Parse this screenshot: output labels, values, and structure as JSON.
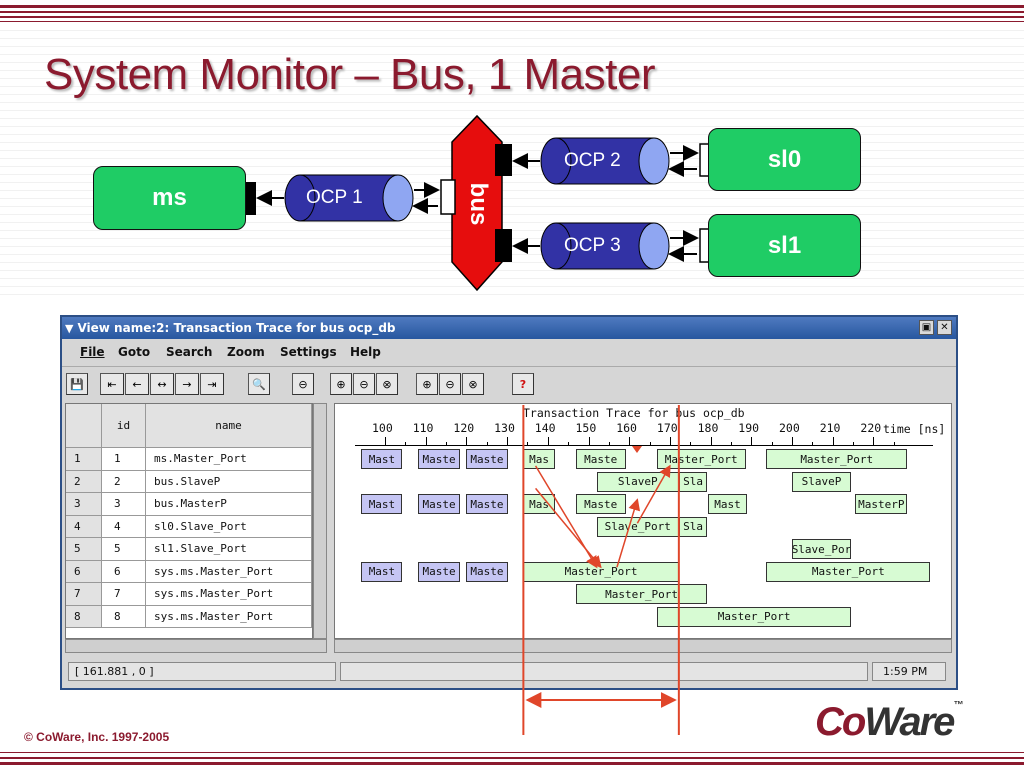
{
  "slide": {
    "title": "System Monitor – Bus, 1 Master",
    "copyright": "© CoWare, Inc. 1997-2005",
    "logo_text_co": "Co",
    "logo_text_ware": "Ware",
    "logo_tm": "™"
  },
  "diagram": {
    "master": "ms",
    "bus": "bus",
    "slave0": "sl0",
    "slave1": "sl1",
    "ocp1": "OCP 1",
    "ocp2": "OCP 2",
    "ocp3": "OCP 3"
  },
  "window": {
    "title": "View name:2: Transaction Trace for bus ocp_db",
    "menu": [
      "File",
      "Goto",
      "Search",
      "Zoom",
      "Settings",
      "Help"
    ],
    "status_coords": "[ 161.881 , 0 ]",
    "status_time": "1:59 PM"
  },
  "table": {
    "headers": [
      "",
      "id",
      "name"
    ],
    "rows": [
      [
        "1",
        "1",
        "ms.Master_Port"
      ],
      [
        "2",
        "2",
        "bus.SlaveP"
      ],
      [
        "3",
        "3",
        "bus.MasterP"
      ],
      [
        "4",
        "4",
        "sl0.Slave_Port"
      ],
      [
        "5",
        "5",
        "sl1.Slave_Port"
      ],
      [
        "6",
        "6",
        "sys.ms.Master_Port"
      ],
      [
        "7",
        "7",
        "sys.ms.Master_Port"
      ],
      [
        "8",
        "8",
        "sys.ms.Master_Port"
      ]
    ]
  },
  "trace": {
    "title": "Transaction Trace for bus ocp_db",
    "ticks": [
      "100",
      "110",
      "120",
      "130",
      "140",
      "150",
      "160",
      "170",
      "180",
      "190",
      "200",
      "210",
      "220"
    ],
    "unit": "time [ns]",
    "colors": {
      "request": "#c5c5f4",
      "response": "#d7fbd3",
      "marker": "#e0462a"
    },
    "rows": [
      [
        {
          "label": "Mast",
          "start": 94.2,
          "end": 104.3,
          "kind": "request"
        },
        {
          "label": "Maste",
          "start": 108.1,
          "end": 118.5,
          "kind": "request"
        },
        {
          "label": "Maste",
          "start": 119.9,
          "end": 130.2,
          "kind": "request"
        },
        {
          "label": "Mas",
          "start": 134.0,
          "end": 141.7,
          "kind": "response"
        },
        {
          "label": "Maste",
          "start": 146.9,
          "end": 159.1,
          "kind": "response"
        },
        {
          "label": "Master_Port",
          "start": 166.8,
          "end": 188.6,
          "kind": "response"
        },
        {
          "label": "Master_Port",
          "start": 193.7,
          "end": 228.3,
          "kind": "response"
        }
      ],
      [
        {
          "label": "SlaveP",
          "start": 152.0,
          "end": 172.2,
          "kind": "response"
        },
        {
          "label": "Sla",
          "start": 172.2,
          "end": 179.2,
          "kind": "response"
        },
        {
          "label": "SlaveP",
          "start": 199.9,
          "end": 214.6,
          "kind": "response"
        }
      ],
      [
        {
          "label": "Mast",
          "start": 94.2,
          "end": 104.3,
          "kind": "request"
        },
        {
          "label": "Maste",
          "start": 108.1,
          "end": 118.5,
          "kind": "request"
        },
        {
          "label": "Maste",
          "start": 119.9,
          "end": 130.2,
          "kind": "request"
        },
        {
          "label": "Mas",
          "start": 134.0,
          "end": 141.7,
          "kind": "response"
        },
        {
          "label": "Maste",
          "start": 146.9,
          "end": 159.1,
          "kind": "response"
        },
        {
          "label": "Mast",
          "start": 179.4,
          "end": 188.9,
          "kind": "response"
        },
        {
          "label": "MasterP",
          "start": 215.6,
          "end": 228.3,
          "kind": "response"
        }
      ],
      [
        {
          "label": "Slave_Port",
          "start": 152.0,
          "end": 172.2,
          "kind": "response"
        },
        {
          "label": "Sla",
          "start": 172.2,
          "end": 179.2,
          "kind": "response"
        }
      ],
      [
        {
          "label": "Slave_Por",
          "start": 199.9,
          "end": 214.6,
          "kind": "response"
        }
      ],
      [
        {
          "label": "Mast",
          "start": 94.2,
          "end": 104.3,
          "kind": "request"
        },
        {
          "label": "Maste",
          "start": 108.1,
          "end": 118.5,
          "kind": "request"
        },
        {
          "label": "Maste",
          "start": 119.9,
          "end": 130.2,
          "kind": "request"
        },
        {
          "label": "Master_Port",
          "start": 134.0,
          "end": 172.2,
          "kind": "response"
        },
        {
          "label": "Master_Port",
          "start": 193.7,
          "end": 234.0,
          "kind": "response"
        }
      ],
      [
        {
          "label": "Master_Port",
          "start": 146.9,
          "end": 179.2,
          "kind": "response"
        }
      ],
      [
        {
          "label": "Master_Port",
          "start": 166.8,
          "end": 214.6,
          "kind": "response"
        }
      ]
    ],
    "marker_time": 161.9
  }
}
